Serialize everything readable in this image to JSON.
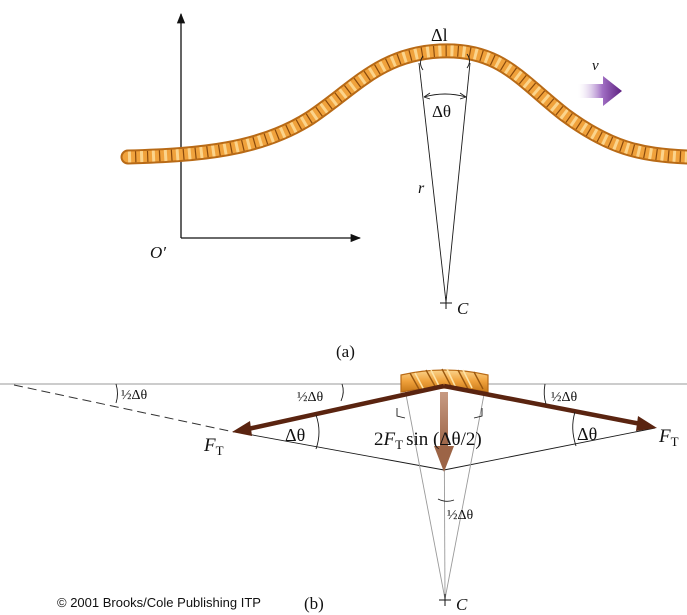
{
  "panel_a": {
    "label": "(a)",
    "origin_label": "O′",
    "center_label": "C",
    "radius_label": "r",
    "arc_label": "Δl",
    "angle_label": "Δθ",
    "velocity_label": "v"
  },
  "panel_b": {
    "label": "(b)",
    "center_label": "C",
    "half_angle_labels": [
      "½Δθ",
      "½Δθ",
      "½Δθ",
      "½Δθ"
    ],
    "angle_labels": [
      "Δθ",
      "Δθ"
    ],
    "tension_label": "F",
    "tension_subscript": "T",
    "net_force": {
      "coefficient": "2",
      "symbol": "F",
      "subscript": "T",
      "expression": "sin (Δθ/2)"
    }
  },
  "copyright": "© 2001 Brooks/Cole Publishing ITP",
  "colors": {
    "rope_fill": "#f0a23c",
    "rope_dark": "#b86a16",
    "rope_light": "#fbd48c",
    "tension_arrow": "#5a2410",
    "net_force_arrow": "#b0785a",
    "velocity_arrow": "#6a2d88",
    "axes": "#111111"
  },
  "icons": {
    "velocity_arrow": "right-arrow-icon",
    "tension_arrows": "vector-arrow-icon"
  }
}
